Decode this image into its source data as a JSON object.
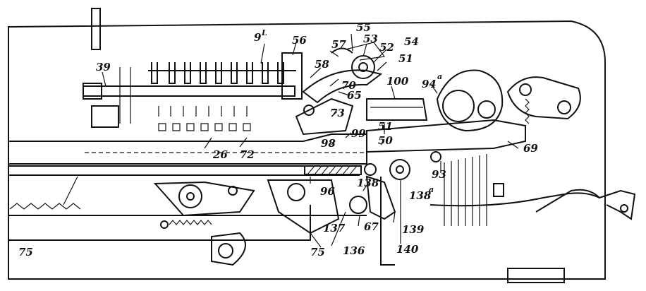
{
  "figure": {
    "type": "patent mechanical drawing (side view of calculating/typing mechanism)",
    "labels": [
      "9",
      "55",
      "56",
      "57",
      "53",
      "52",
      "54",
      "51",
      "39",
      "58",
      "70",
      "65",
      "100",
      "94",
      "73",
      "51",
      "50",
      "99",
      "98",
      "26",
      "72",
      "69",
      "96",
      "138",
      "138",
      "93",
      "75",
      "137",
      "67",
      "139",
      "136",
      "75",
      "140"
    ],
    "label_superscripts": {
      "9": "L",
      "94": "a",
      "138": "a"
    }
  }
}
